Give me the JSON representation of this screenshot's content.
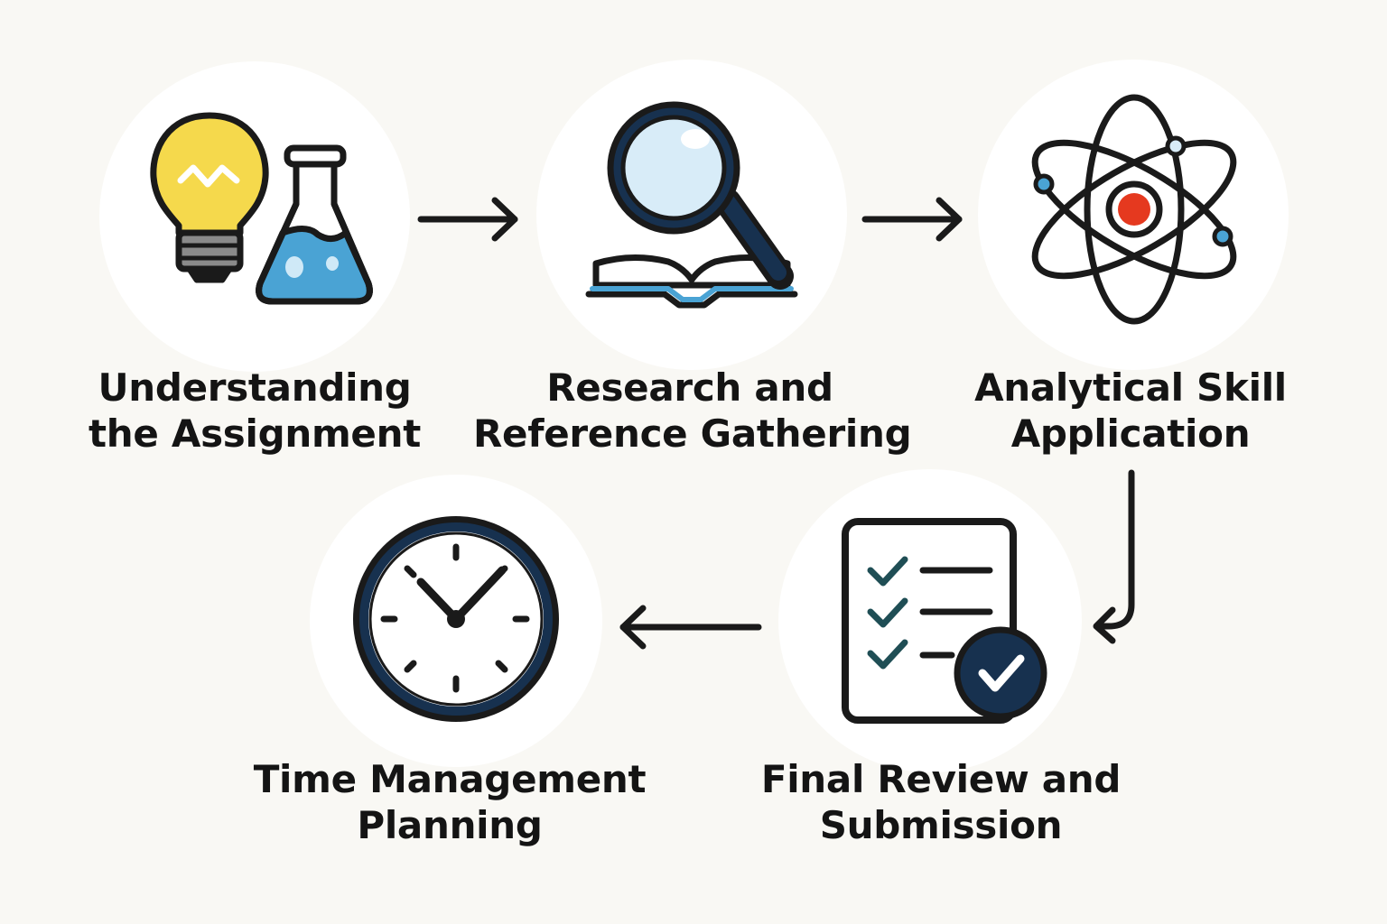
{
  "steps": [
    {
      "id": "understanding",
      "line1": "Understanding",
      "line2": "the Assignment",
      "icon": "lightbulb-flask-icon"
    },
    {
      "id": "research",
      "line1": "Research and",
      "line2": "Reference Gathering",
      "icon": "magnifier-book-icon"
    },
    {
      "id": "analytical",
      "line1": "Analytical Skill",
      "line2": "Application",
      "icon": "atom-icon"
    },
    {
      "id": "final-review",
      "line1": "Final Review and",
      "line2": "Submission",
      "icon": "checklist-icon"
    },
    {
      "id": "time-management",
      "line1": "Time Management",
      "line2": "Planning",
      "icon": "clock-icon"
    }
  ],
  "colors": {
    "background": "#f9f8f4",
    "circle": "#ffffff",
    "outline": "#1a1a1a",
    "navy": "#17314f",
    "blue": "#4aa3d4",
    "light_blue": "#d8ecf8",
    "yellow": "#f5d94c",
    "red": "#e5391f",
    "teal_check": "#1f4e55"
  }
}
